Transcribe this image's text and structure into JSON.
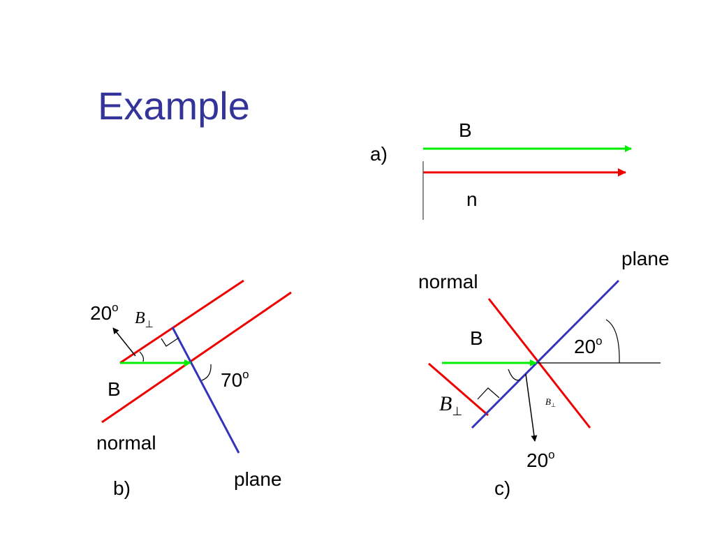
{
  "slide": {
    "title": "Example"
  },
  "colors": {
    "title": "#333399",
    "b_vector": "#00ee00",
    "normal_vector": "#ee0000",
    "normal_line": "#ee0000",
    "plane_line": "#3333bb",
    "ink": "#000000"
  },
  "diagram_a": {
    "caption": "a)",
    "b_label": "B",
    "n_label": "n"
  },
  "diagram_b": {
    "caption": "b)",
    "b_label": "B",
    "perp_label": "B",
    "perp_subscript": "⊥",
    "angle_label_1": "20",
    "angle_label_2": "70",
    "degree": "o",
    "normal_label": "normal",
    "plane_label": "plane"
  },
  "diagram_c": {
    "caption": "c)",
    "b_label": "B",
    "perp_label": "B",
    "perp_subscript": "⊥",
    "perp_label_small": "B",
    "perp_subscript_small": "⊥",
    "angle_label_1": "20",
    "angle_label_2": "20",
    "degree": "o",
    "normal_label": "normal",
    "plane_label": "plane"
  }
}
